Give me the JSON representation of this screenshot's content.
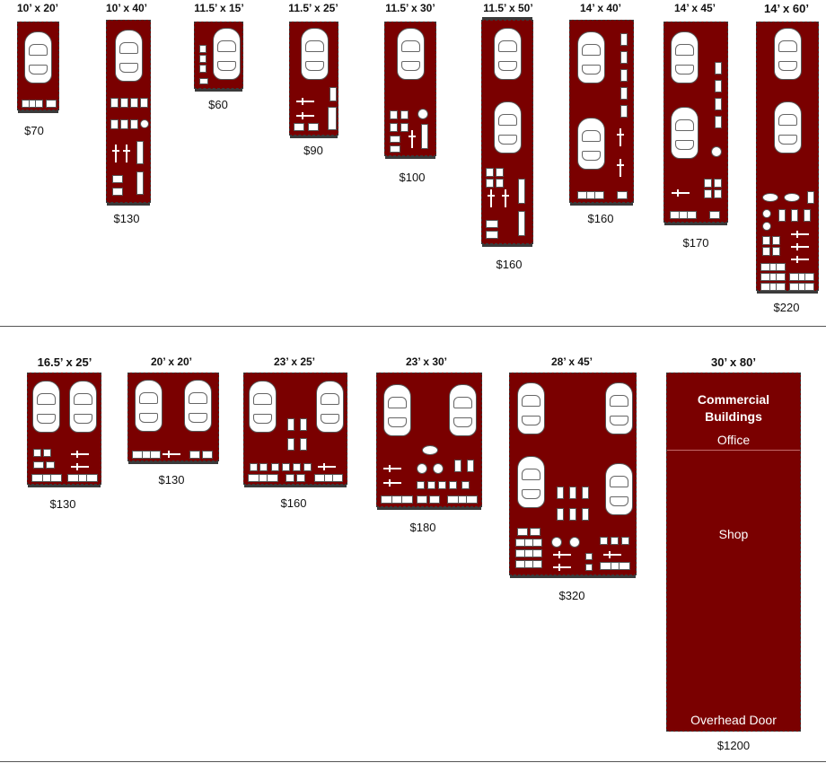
{
  "row1": [
    {
      "size": "10’ x 20’",
      "price": "$70"
    },
    {
      "size": "10’ x 40’",
      "price": "$130"
    },
    {
      "size": "11.5’ x 15’",
      "price": "$60"
    },
    {
      "size": "11.5’ x 25’",
      "price": "$90"
    },
    {
      "size": "11.5’ x 30’",
      "price": "$100"
    },
    {
      "size": "11.5’ x 50’",
      "price": "$160"
    },
    {
      "size": "14’ x 40’",
      "price": "$160"
    },
    {
      "size": "14’ x 45’",
      "price": "$170"
    },
    {
      "size": "14’ x 60’",
      "price": "$220"
    }
  ],
  "row2": [
    {
      "size": "16.5’ x 25’",
      "price": "$130"
    },
    {
      "size": "20’ x 20’",
      "price": "$130"
    },
    {
      "size": "23’ x 25’",
      "price": "$160"
    },
    {
      "size": "23’ x 30’",
      "price": "$180"
    },
    {
      "size": "28’ x 45’",
      "price": "$320"
    },
    {
      "size": "30’ x 80’",
      "price": "$1200"
    }
  ],
  "commercial": {
    "title": "Commercial Buildings",
    "office": "Office",
    "shop": "Shop",
    "door": "Overhead Door"
  },
  "colors": {
    "unit_fill": "#7a0000",
    "border": "#3a3a3a"
  }
}
